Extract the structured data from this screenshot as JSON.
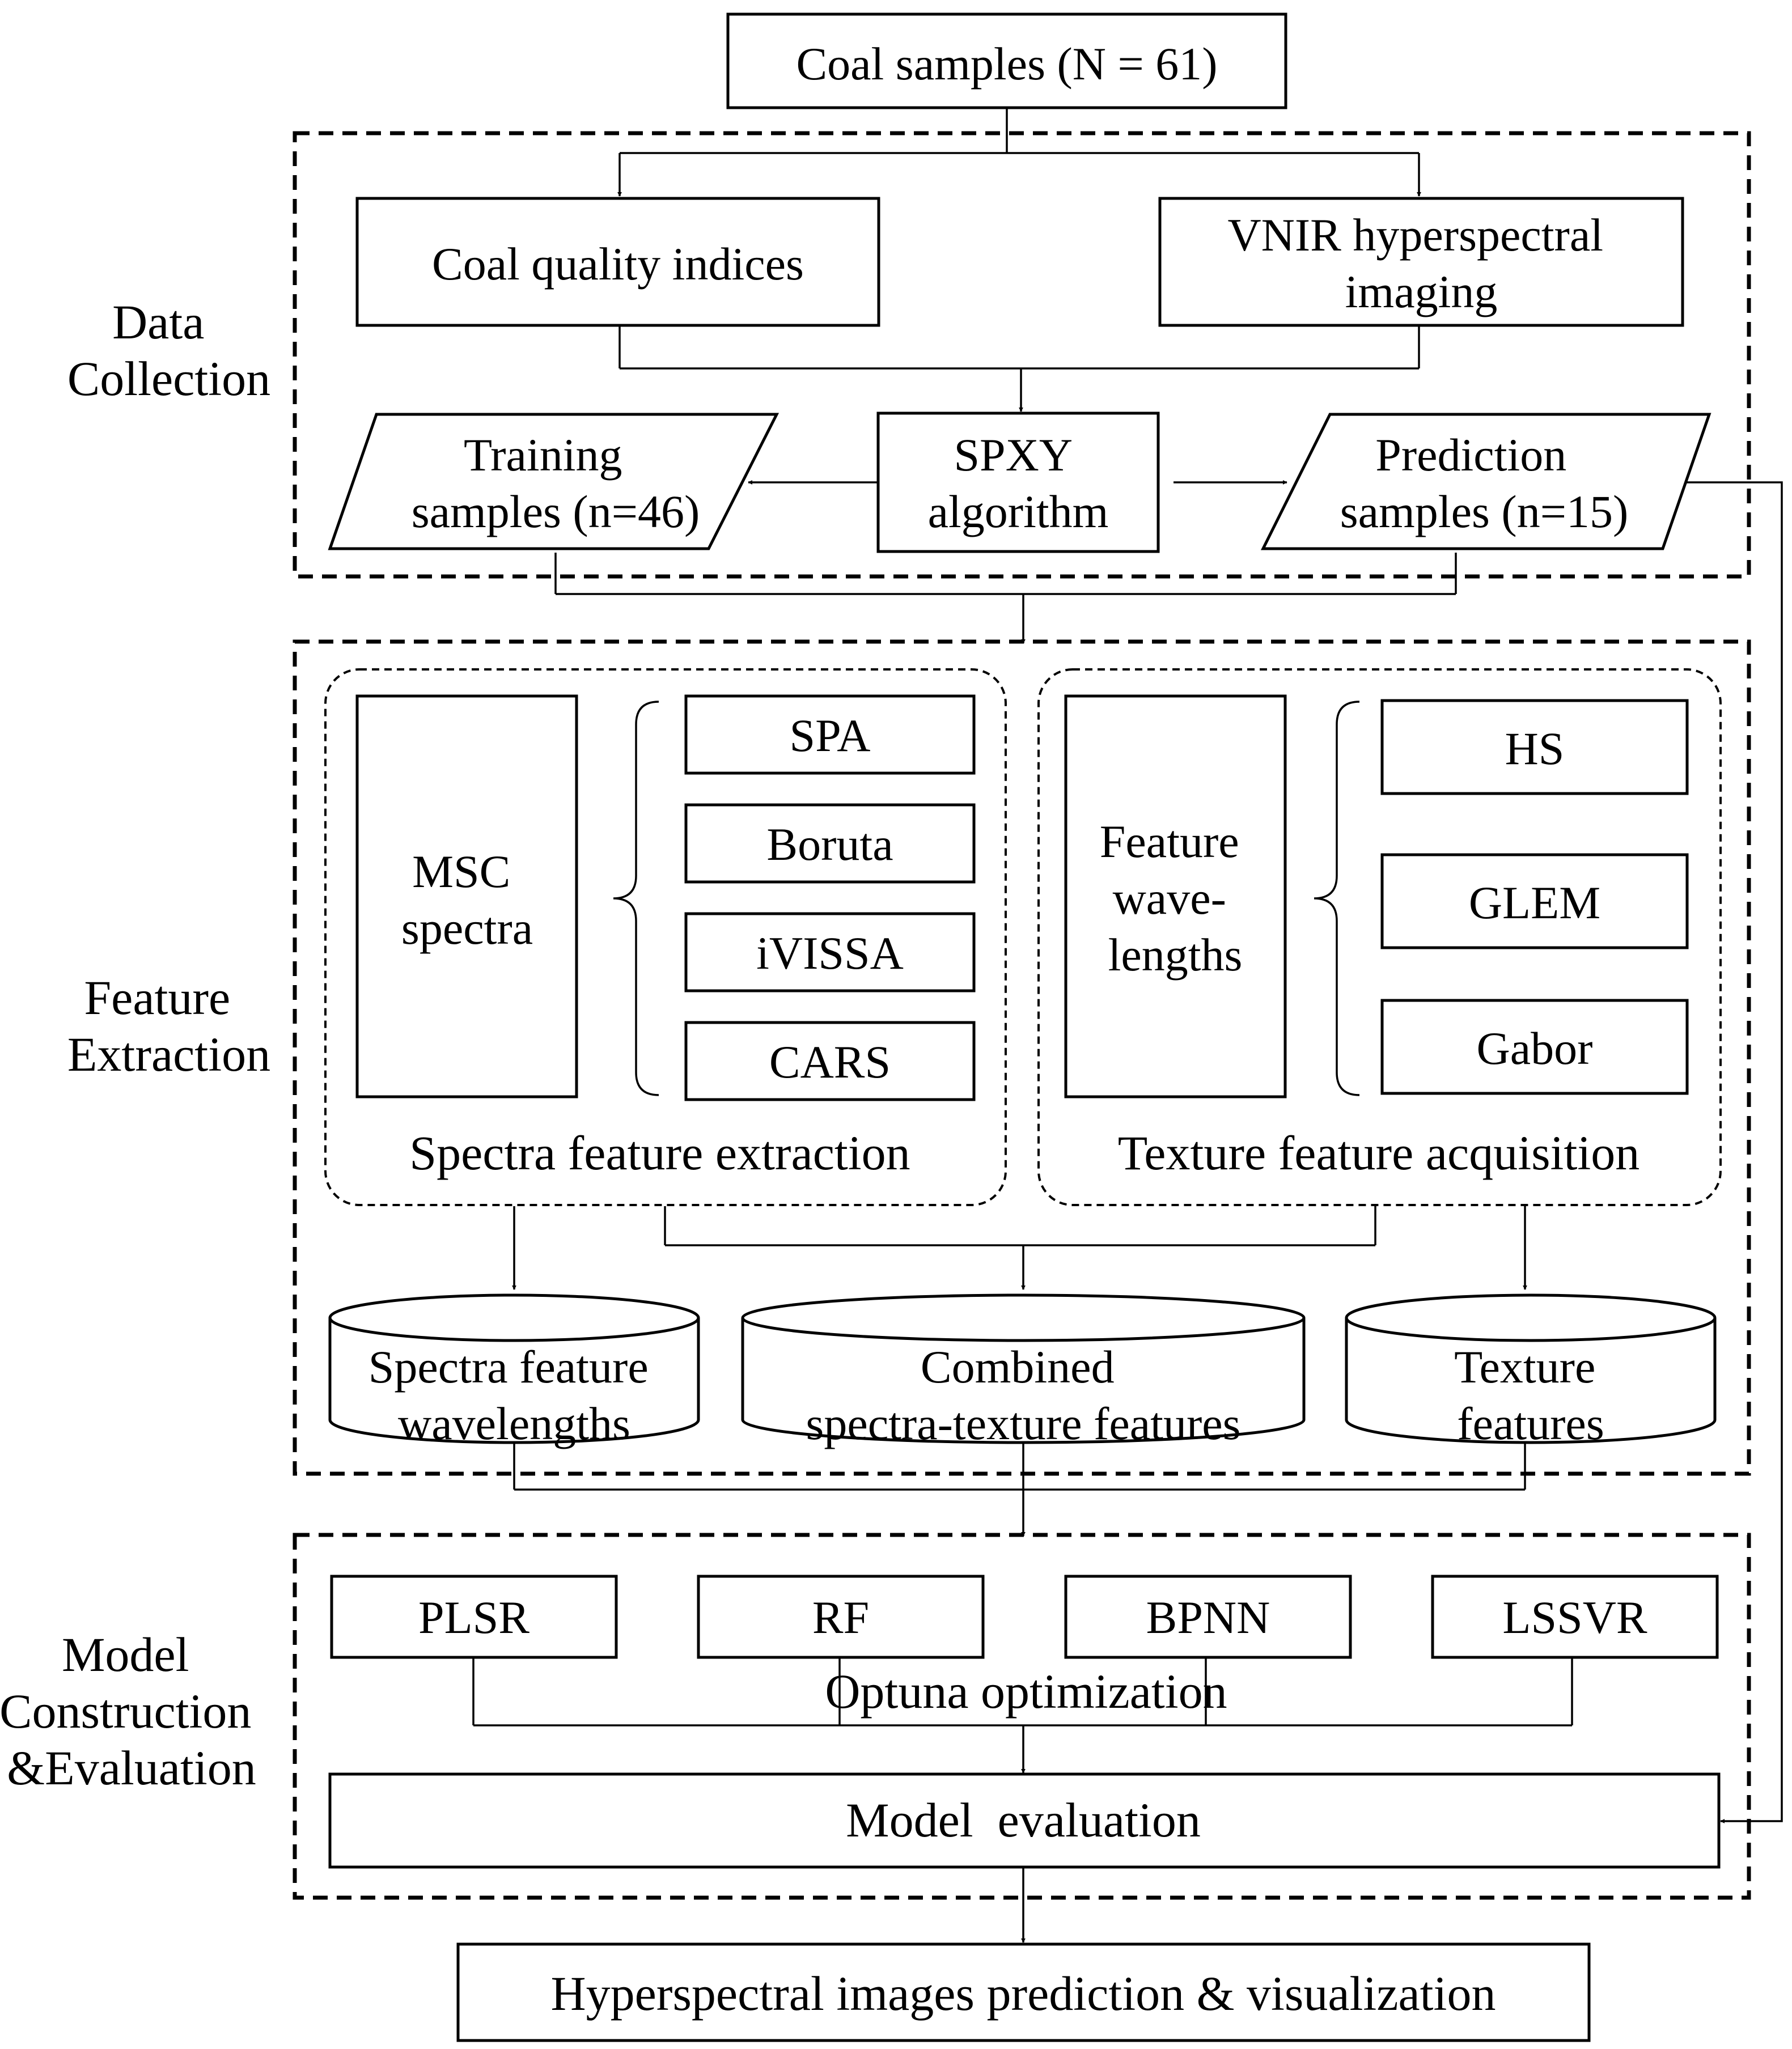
{
  "top": {
    "coal_samples": "Coal samples (N = 61)"
  },
  "sections": {
    "data_collection": [
      "Data",
      "Collection"
    ],
    "feature_extraction": [
      "Feature",
      "Extraction"
    ],
    "model": [
      "Model",
      "Construction",
      "&Evaluation"
    ]
  },
  "data_collection": {
    "coal_quality": "Coal quality indices",
    "vnir": [
      "VNIR hyperspectral",
      "imaging"
    ],
    "spxy": [
      "SPXY",
      "algorithm"
    ],
    "training": [
      "Training",
      "samples (n=46)"
    ],
    "prediction": [
      "Prediction",
      "samples (n=15)"
    ]
  },
  "spectra_group": {
    "title": "Spectra feature extraction",
    "msc": [
      "MSC",
      "spectra"
    ],
    "methods": [
      "SPA",
      "Boruta",
      "iVISSA",
      "CARS"
    ]
  },
  "texture_group": {
    "title": "Texture feature acquisition",
    "feature_wavelengths": [
      "Feature",
      "wave-",
      "lengths"
    ],
    "methods": [
      "HS",
      "GLEM",
      "Gabor"
    ]
  },
  "feature_sets": {
    "spectra": [
      "Spectra feature",
      "wavelengths"
    ],
    "combined": [
      "Combined",
      "spectra-texture features"
    ],
    "texture": [
      "Texture",
      "features"
    ]
  },
  "models": {
    "list": [
      "PLSR",
      "RF",
      "BPNN",
      "LSSVR"
    ],
    "optimization": "Optuna optimization",
    "evaluation": "Model  evaluation"
  },
  "final": {
    "label": "Hyperspectral images prediction & visualization"
  }
}
